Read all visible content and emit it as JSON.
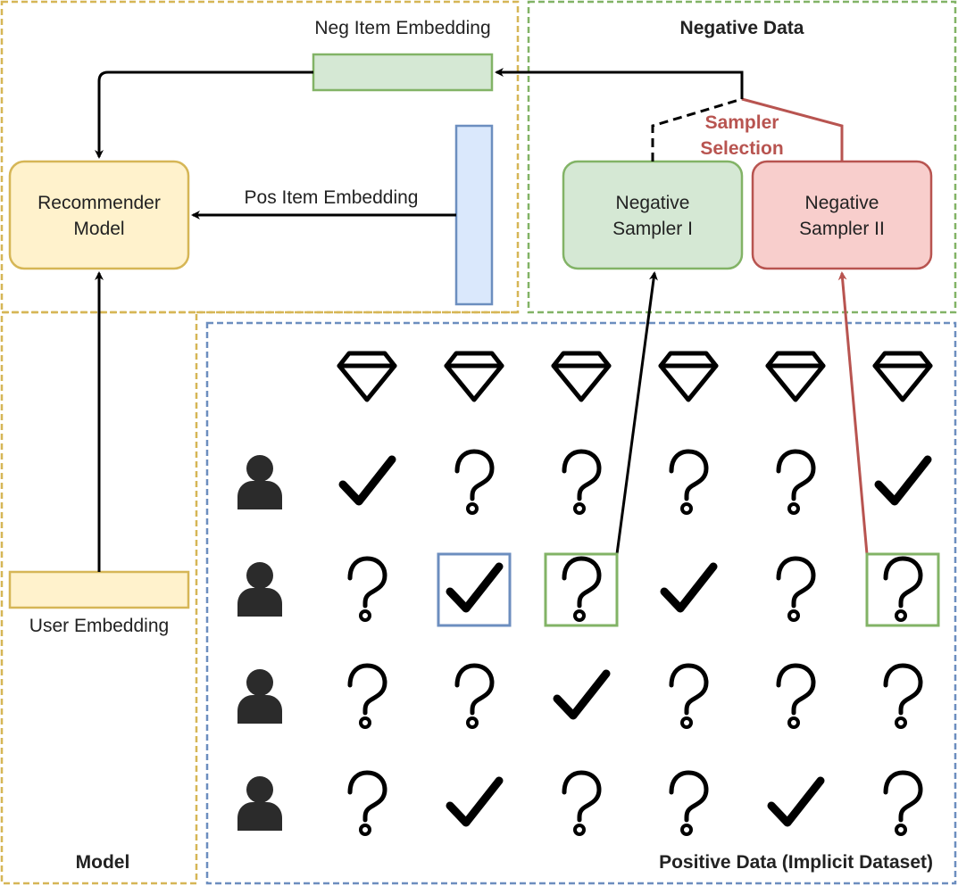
{
  "colors": {
    "model_border": "#d6b656",
    "negative_border": "#82b366",
    "positive_border": "#6c8ebf",
    "sampler_selection": "#b85450",
    "yellow_fill": "#fff2cc",
    "green_fill": "#d5e8d4",
    "blue_fill": "#dae8fc",
    "red_fill": "#f8cecc",
    "user_icon": "#2b2b2b"
  },
  "regions": {
    "model": "Model",
    "negative": "Negative Data",
    "positive": "Positive Data (Implicit Dataset)"
  },
  "nodes": {
    "recommender_line1": "Recommender",
    "recommender_line2": "Model",
    "sampler1_line1": "Negative",
    "sampler1_line2": "Sampler I",
    "sampler2_line1": "Negative",
    "sampler2_line2": "Sampler II"
  },
  "labels": {
    "neg_item": "Neg Item Embedding",
    "pos_item": "Pos Item Embedding",
    "user": "User Embedding",
    "selection_line1": "Sampler",
    "selection_line2": "Selection"
  },
  "items": {
    "count": 6,
    "icon": "diamond-icon"
  },
  "interactions": {
    "legend": {
      "check": "check-icon (observed positive)",
      "unknown": "question-icon (unobserved)"
    },
    "rows": [
      [
        "check",
        "unknown",
        "unknown",
        "unknown",
        "unknown",
        "check"
      ],
      [
        "unknown",
        "check",
        "unknown",
        "check",
        "unknown",
        "unknown"
      ],
      [
        "unknown",
        "unknown",
        "check",
        "unknown",
        "unknown",
        "unknown"
      ],
      [
        "unknown",
        "check",
        "unknown",
        "unknown",
        "check",
        "unknown"
      ]
    ],
    "highlights": {
      "positive": {
        "row": 1,
        "col": 1
      },
      "sampled_by_sampler1": {
        "row": 1,
        "col": 2
      },
      "sampled_by_sampler2": {
        "row": 1,
        "col": 5
      }
    }
  }
}
